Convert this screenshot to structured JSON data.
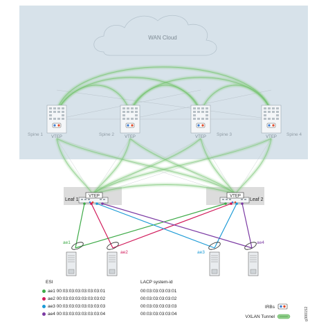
{
  "wan": {
    "label": "WAN Cloud"
  },
  "spines": [
    {
      "label": "Spine 1",
      "vtep": "VTEP"
    },
    {
      "label": "Spine 2",
      "vtep": "VTEP"
    },
    {
      "label": "Spine 3",
      "vtep": "VTEP"
    },
    {
      "label": "Spine 4",
      "vtep": "VTEP"
    }
  ],
  "leaves": [
    {
      "label": "Leaf 1",
      "vtep": "VTEP"
    },
    {
      "label": "Leaf 2",
      "vtep": "VTEP"
    }
  ],
  "links": [
    {
      "name": "ae1",
      "color": "#3daa47"
    },
    {
      "name": "ae2",
      "color": "#d11a5a"
    },
    {
      "name": "ae3",
      "color": "#1b9ad6"
    },
    {
      "name": "ae4",
      "color": "#7b3aa3"
    }
  ],
  "legend": {
    "esi_header": "ESI",
    "lacp_header": "LACP system-id",
    "rows": [
      {
        "ae": "ae1",
        "esi": "00:03:03:03:03:03:03:01",
        "lacp": "00:03:03:03:03:01",
        "color": "#3daa47"
      },
      {
        "ae": "ae2",
        "esi": "00:03:03:03:03:03:03:02",
        "lacp": "00:03:03:03:03:02",
        "color": "#d11a5a"
      },
      {
        "ae": "ae3",
        "esi": "00:03:03:03:03:03:03:03",
        "lacp": "00:03:03:03:03:03",
        "color": "#1b9ad6"
      },
      {
        "ae": "ae4",
        "esi": "00:03:03:03:03:03:03:04",
        "lacp": "00:03:03:03:03:04",
        "color": "#7b3aa3"
      }
    ]
  },
  "key": {
    "irbs": "IRBs",
    "vxlan": "VXLAN Tunnel"
  },
  "figure_id": "g300152",
  "colors": {
    "cloud_bg": "#d7e2ea",
    "tunnel": "#8fd08a",
    "leaf_bg": "#dcdcdc"
  }
}
